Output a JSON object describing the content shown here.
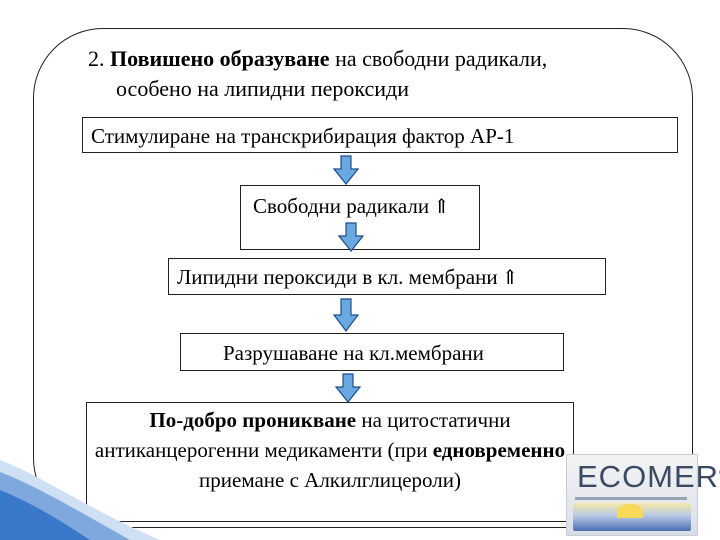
{
  "title": {
    "number": "2. ",
    "bold": "Повишено образуване",
    "rest_line1": " на свободни радикали,",
    "line2": "особено на липидни пероксиди"
  },
  "flow": {
    "step1": "Стимулиране  на  транскрибирация фактор АР-1",
    "step2": "Свободни радикали",
    "step3": "Липидни пероксиди в кл. мембрани",
    "step4": "Разрушаване на кл.мембрани",
    "step5": {
      "bold1": "По-добро проникване",
      "text1": " на цитостатични антиканцерогенни медикаменти (при ",
      "bold2": "едновременно",
      "text2": " приемане с Алкилглицероли)"
    },
    "increase_symbol": "⇑"
  },
  "product": {
    "brand": "ECOMER",
    "registered": "®"
  },
  "colors": {
    "arrow_fill": "#6aa8e0",
    "arrow_stroke": "#1f4e8c",
    "deco_wave": "#3a79c9"
  }
}
